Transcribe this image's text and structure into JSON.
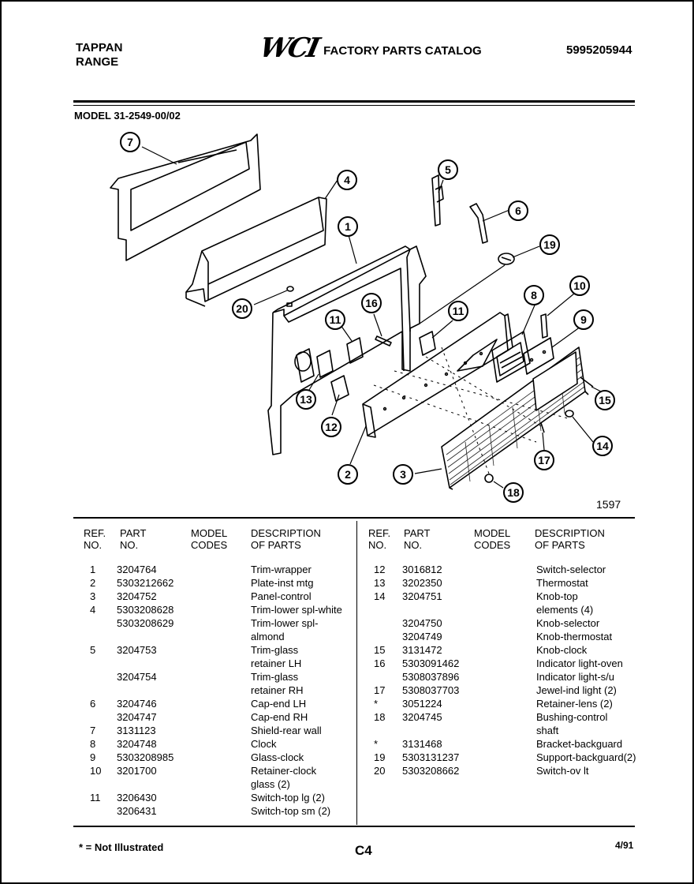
{
  "header": {
    "brand": "TAPPAN",
    "product": "RANGE",
    "logo": "WCI",
    "catalog_title": "FACTORY PARTS CATALOG",
    "catalog_number": "5995205944"
  },
  "model_line": "MODEL 31-2549-00/02",
  "diagram": {
    "drawing_number": "1597",
    "callouts": [
      "1",
      "2",
      "3",
      "4",
      "5",
      "6",
      "7",
      "8",
      "9",
      "10",
      "11",
      "11",
      "12",
      "13",
      "14",
      "15",
      "16",
      "17",
      "18",
      "19",
      "20"
    ]
  },
  "table_headers": {
    "ref": [
      "REF.",
      "NO."
    ],
    "part": [
      "PART",
      "NO."
    ],
    "model": [
      "MODEL",
      "CODES"
    ],
    "desc": [
      "DESCRIPTION",
      "OF PARTS"
    ]
  },
  "left_rows": [
    {
      "ref": "1",
      "part": "3204764",
      "desc": "Trim-wrapper"
    },
    {
      "ref": "2",
      "part": "5303212662",
      "desc": "Plate-inst mtg"
    },
    {
      "ref": "3",
      "part": "3204752",
      "desc": "Panel-control"
    },
    {
      "ref": "4",
      "part": "5303208628",
      "desc": "Trim-lower spl-white"
    },
    {
      "ref": "",
      "part": "5303208629",
      "desc": "Trim-lower spl-"
    },
    {
      "ref": "",
      "part": "",
      "desc": "almond"
    },
    {
      "ref": "5",
      "part": "3204753",
      "desc": "Trim-glass"
    },
    {
      "ref": "",
      "part": "",
      "desc": "retainer LH"
    },
    {
      "ref": "",
      "part": "3204754",
      "desc": "Trim-glass"
    },
    {
      "ref": "",
      "part": "",
      "desc": "retainer RH"
    },
    {
      "ref": "6",
      "part": "3204746",
      "desc": "Cap-end LH"
    },
    {
      "ref": "",
      "part": "3204747",
      "desc": "Cap-end RH"
    },
    {
      "ref": "7",
      "part": "3131123",
      "desc": "Shield-rear wall"
    },
    {
      "ref": "8",
      "part": "3204748",
      "desc": "Clock"
    },
    {
      "ref": "9",
      "part": "5303208985",
      "desc": "Glass-clock"
    },
    {
      "ref": "10",
      "part": "3201700",
      "desc": "Retainer-clock"
    },
    {
      "ref": "",
      "part": "",
      "desc": "glass (2)"
    },
    {
      "ref": "11",
      "part": "3206430",
      "desc": "Switch-top lg (2)"
    },
    {
      "ref": "",
      "part": "3206431",
      "desc": "Switch-top sm (2)"
    }
  ],
  "right_rows": [
    {
      "ref": "12",
      "part": "3016812",
      "desc": "Switch-selector"
    },
    {
      "ref": "13",
      "part": "3202350",
      "desc": "Thermostat"
    },
    {
      "ref": "14",
      "part": "3204751",
      "desc": "Knob-top"
    },
    {
      "ref": "",
      "part": "",
      "desc": "elements (4)"
    },
    {
      "ref": "",
      "part": "3204750",
      "desc": "Knob-selector"
    },
    {
      "ref": "",
      "part": "3204749",
      "desc": "Knob-thermostat"
    },
    {
      "ref": "15",
      "part": "3131472",
      "desc": "Knob-clock"
    },
    {
      "ref": "16",
      "part": "5303091462",
      "desc": "Indicator light-oven"
    },
    {
      "ref": "",
      "part": "5308037896",
      "desc": "Indicator light-s/u"
    },
    {
      "ref": "17",
      "part": "5308037703",
      "desc": "Jewel-ind light (2)"
    },
    {
      "ref": "*",
      "part": "3051224",
      "desc": "Retainer-lens (2)"
    },
    {
      "ref": "18",
      "part": "3204745",
      "desc": "Bushing-control"
    },
    {
      "ref": "",
      "part": "",
      "desc": "shaft"
    },
    {
      "ref": "*",
      "part": "3131468",
      "desc": "Bracket-backguard"
    },
    {
      "ref": "19",
      "part": "5303131237",
      "desc": "Support-backguard(2)"
    },
    {
      "ref": "20",
      "part": "5303208662",
      "desc": "Switch-ov lt"
    }
  ],
  "footer": {
    "footnote": "* = Not Illustrated",
    "page_id": "C4",
    "date": "4/91"
  }
}
